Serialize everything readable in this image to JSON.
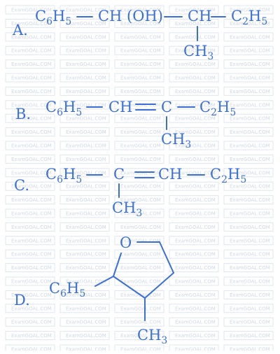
{
  "watermark": {
    "text": "ExamGOAL.COM"
  },
  "options": {
    "a": {
      "label": "A.",
      "c6h5": "C6H5",
      "choh": "CH (OH)",
      "ch": "CH",
      "c2h5": "C2H5",
      "ch3": "CH3"
    },
    "b": {
      "label": "B.",
      "c6h5": "C6H5",
      "ch": "CH",
      "c": "C",
      "c2h5": "C2H5",
      "ch3": "CH3"
    },
    "c": {
      "label": "C.",
      "c6h5": "C6H5",
      "c": "C",
      "ch": "CH",
      "c2h5": "C2H5",
      "ch3": "CH3"
    },
    "d": {
      "label": "D.",
      "o": "O",
      "c6h5": "C6H5",
      "ch3": "CH3"
    }
  },
  "colors": {
    "ink": "#3a6fd8",
    "watermark": "#cfd8e6"
  }
}
